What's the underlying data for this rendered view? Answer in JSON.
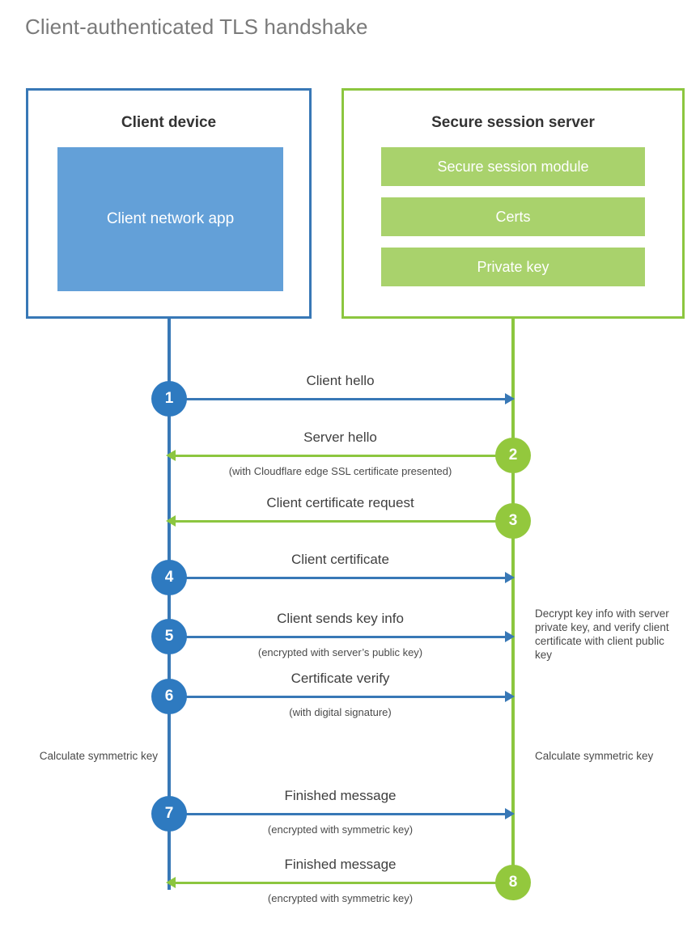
{
  "diagram": {
    "title": "Client-authenticated TLS handshake",
    "colors": {
      "client_blue_border": "#3878b6",
      "client_blue_fill": "#63a0d8",
      "client_circle": "#2e7ac0",
      "server_green_border": "#8cc63f",
      "server_green_fill": "#a9d26c",
      "server_circle": "#93c83d",
      "title_gray": "#7a7a7a",
      "text_gray": "#3f3f3f"
    },
    "parties": {
      "client": {
        "title": "Client device",
        "app_label": "Client network app"
      },
      "server": {
        "title": "Secure session server",
        "items": [
          {
            "label": "Secure session module"
          },
          {
            "label": "Certs"
          },
          {
            "label": "Private key"
          }
        ]
      }
    },
    "steps": [
      {
        "number": "1",
        "label": "Client hello",
        "sub": "",
        "direction": "client-to-server",
        "color": "blue"
      },
      {
        "number": "2",
        "label": "Server hello",
        "sub": "(with Cloudflare edge SSL certificate presented)",
        "direction": "server-to-client",
        "color": "green"
      },
      {
        "number": "3",
        "label": "Client certificate request",
        "sub": "",
        "direction": "server-to-client",
        "color": "green"
      },
      {
        "number": "4",
        "label": "Client certificate",
        "sub": "",
        "direction": "client-to-server",
        "color": "blue"
      },
      {
        "number": "5",
        "label": "Client sends key info",
        "sub": "(encrypted with server’s public key)",
        "direction": "client-to-server",
        "color": "blue"
      },
      {
        "number": "6",
        "label": "Certificate verify",
        "sub": "(with digital signature)",
        "direction": "client-to-server",
        "color": "blue"
      },
      {
        "number": "7",
        "label": "Finished message",
        "sub": "(encrypted with symmetric key)",
        "direction": "client-to-server",
        "color": "blue"
      },
      {
        "number": "8",
        "label": "Finished message",
        "sub": "(encrypted with symmetric key)",
        "direction": "server-to-client",
        "color": "green"
      }
    ],
    "annotations": {
      "server_decrypt": "Decrypt key info with server private key, and verify client certificate with client public key",
      "client_calculate": "Calculate symmetric key",
      "server_calculate": "Calculate symmetric key"
    }
  }
}
